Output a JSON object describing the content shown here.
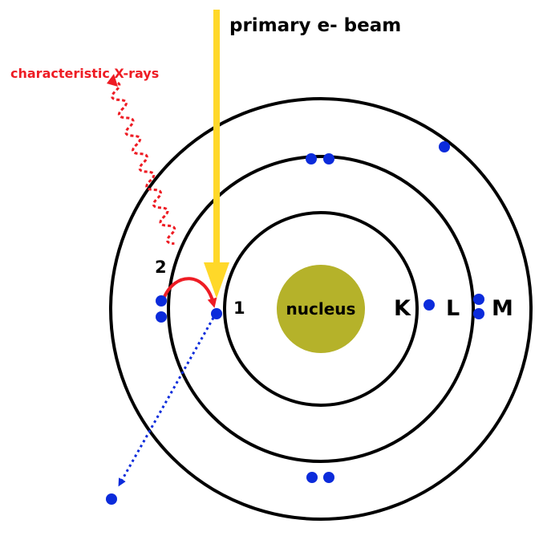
{
  "labels": {
    "beam": "primary e- beam",
    "xrays": "characteristic X-rays",
    "nucleus": "nucleus",
    "shell_k": "K",
    "shell_l": "L",
    "shell_m": "M",
    "step_1": "1",
    "step_2": "2"
  },
  "colors": {
    "beam": "#ffd829",
    "xrays": "#ee1c24",
    "transition": "#ee1c24",
    "electron": "#0b2bdb",
    "ejected_path": "#0b2bdb",
    "nucleus": "#b5b22a",
    "shell": "#000000",
    "text": "#000000"
  }
}
